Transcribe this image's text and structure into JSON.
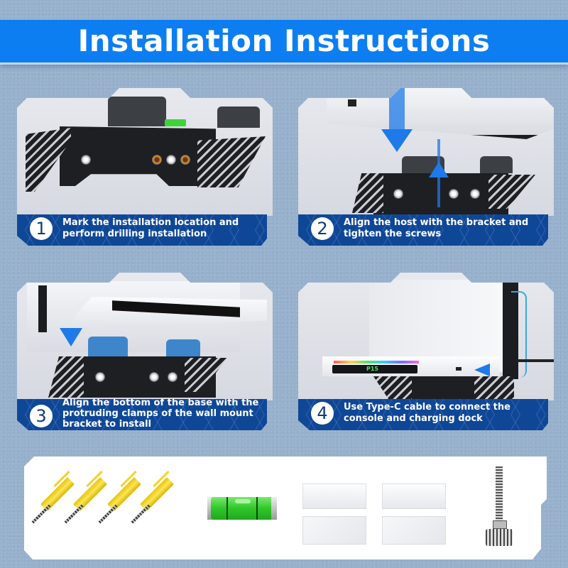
{
  "header": {
    "title": "Installation Instructions"
  },
  "steps": [
    {
      "number": "1",
      "text": "Mark the installation location and perform drilling installation"
    },
    {
      "number": "2",
      "text": "Align the host with the bracket and tighten the screws"
    },
    {
      "number": "3",
      "text": "Align the bottom of the base with the protruding clamps of the wall mount bracket to install"
    },
    {
      "number": "4",
      "text": "Use Type-C cable to connect the console and charging dock"
    }
  ],
  "dock_display": {
    "label": "P15"
  },
  "accessories": [
    {
      "name": "wall-anchor-with-screw",
      "count": 4
    },
    {
      "name": "bubble-level",
      "count": 1
    },
    {
      "name": "clip-with-pad",
      "count": 2
    },
    {
      "name": "thumb-screw",
      "count": 1
    }
  ],
  "colors": {
    "title_bar": "#0d7ef2",
    "caption_bg": "#0f4797",
    "background": "#97b0cc",
    "arrow": "#1d7ae8",
    "level_green": "#2fc72a",
    "anchor_yellow": "#f2d22a"
  }
}
